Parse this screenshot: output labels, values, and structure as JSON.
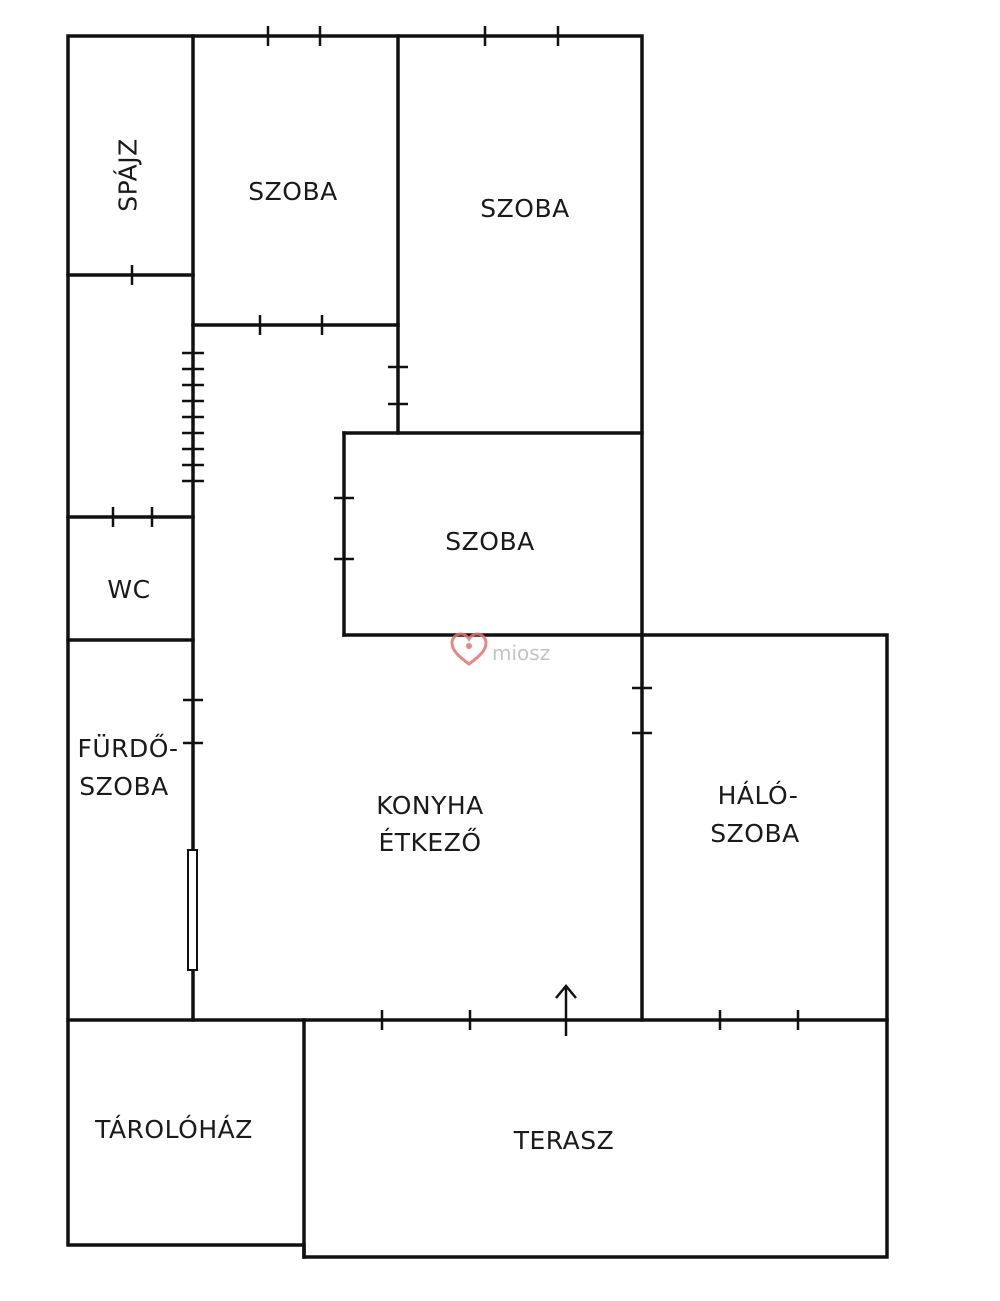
{
  "rooms": {
    "spajz": "SPÁJZ",
    "szoba_top_left": "SZOBA",
    "szoba_top_right": "SZOBA",
    "szoba_middle": "SZOBA",
    "wc": "WC",
    "furdoszoba_line1": "FÜRDŐ-",
    "furdoszoba_line2": "SZOBA",
    "konyha_line1": "KONYHA",
    "konyha_line2": "ÉTKEZŐ",
    "haloszoba_line1": "HÁLÓ-",
    "haloszoba_line2": "SZOBA",
    "tarolohaz": "TÁROLÓHÁZ",
    "terasz": "TERASZ"
  },
  "watermark": {
    "text": "miosz",
    "icon": "heart-logo-icon",
    "color": "#e57373"
  },
  "colors": {
    "walls": "#111111",
    "background": "#ffffff"
  }
}
